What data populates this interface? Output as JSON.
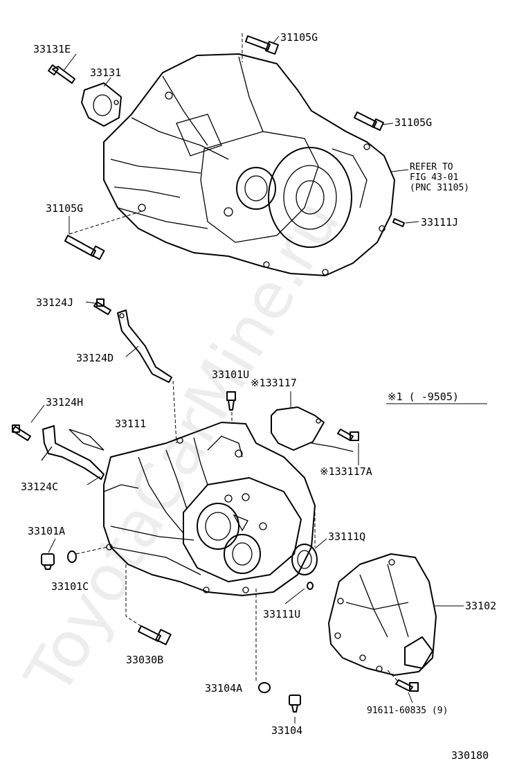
{
  "labels": {
    "l33131e": "33131E",
    "l33131": "33131",
    "l31105g_top": "31105G",
    "l31105g_right": "31105G",
    "l31105g_left": "31105G",
    "refer1": "REFER TO",
    "refer2": "FIG 43-01",
    "refer3": "(PNC 31105)",
    "l33111j": "33111J",
    "l33124j": "33124J",
    "l33124d": "33124D",
    "l33101u": "33101U",
    "l133117": "※133117",
    "note_range": "※1 (      -9505)",
    "l33124h": "33124H",
    "l33111": "33111",
    "l33124c": "33124C",
    "l133117a": "※133117A",
    "l33101a": "33101A",
    "l33111q": "33111Q",
    "l33101c": "33101C",
    "l33111u": "33111U",
    "l33102": "33102",
    "l33030b": "33030B",
    "l33104a": "33104A",
    "l91611": "91611-60835 (9)",
    "l33104": "33104",
    "figure_no": "330180"
  },
  "watermark": "ToyotaCarMine.ru"
}
